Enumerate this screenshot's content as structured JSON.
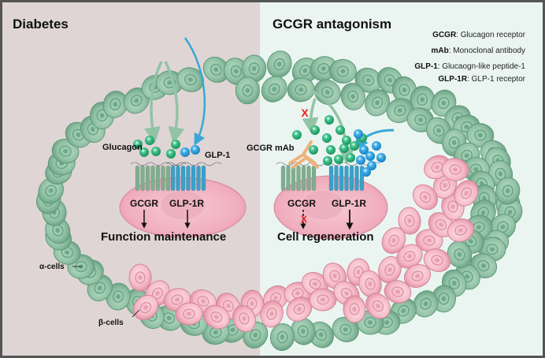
{
  "panels": {
    "left": {
      "title": "Diabetes",
      "bg": "#dfd5d5"
    },
    "right": {
      "title": "GCGR antagonism",
      "bg": "#eaf5f1"
    }
  },
  "legend": [
    {
      "term": "GCGR",
      "definition": ": Glucagon receptor"
    },
    {
      "term": "mAb",
      "definition": ": Monoclonal antibody"
    },
    {
      "term": "GLP-1",
      "definition": ": Glucaogn-like peptide-1"
    },
    {
      "term": "GLP-1R",
      "definition": ": GLP-1 receptor"
    }
  ],
  "left_cell": {
    "ligand_label_glucagon": "Glucagon",
    "ligand_label_glp1": "GLP-1",
    "receptor_gcgr": "GCGR",
    "receptor_glp1r": "GLP-1R",
    "outcome": "Function maintenance"
  },
  "right_cell": {
    "antibody_label": "GCGR mAb",
    "receptor_gcgr": "GCGR",
    "receptor_glp1r": "GLP-1R",
    "outcome": "Cell regeneration",
    "block_mark": "X"
  },
  "cell_labels": {
    "alpha": "α-cells",
    "beta": "β-cells"
  },
  "colors": {
    "alpha_cell": "#8fbfa3",
    "alpha_cell_edge": "#5e9a78",
    "beta_cell": "#f4b9c6",
    "beta_cell_edge": "#d9879b",
    "glucagon": "#2fb07a",
    "glp1": "#2f9fdc",
    "gcgr": "#7fae8f",
    "glp1r": "#3aa1c9",
    "antibody": "#eeb27c",
    "block": "#e8201c",
    "arrow_green": "#93c3a5",
    "arrow_blue": "#38a7d6"
  }
}
